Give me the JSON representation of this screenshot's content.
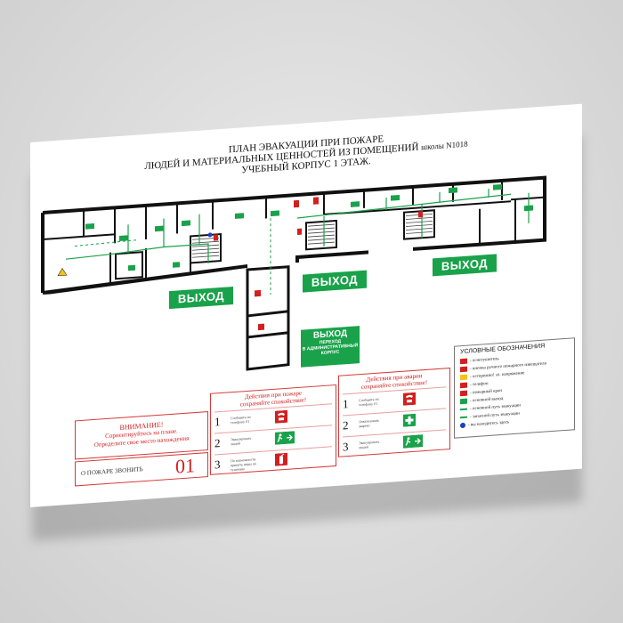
{
  "title": {
    "line1": "ПЛАН ЭВАКУАЦИИ ПРИ ПОЖАРЕ",
    "line2_main": "ЛЮДЕЙ И МАТЕРИАЛЬНЫХ ЦЕННОСТЕЙ ИЗ ПОМЕЩЕНИЙ",
    "line2_school": "школы N1018",
    "line3": "УЧЕБНЫЙ КОРПУС 1 ЭТАЖ."
  },
  "exits": {
    "left": "ВЫХОД",
    "middle": "ВЫХОД",
    "right": "ВЫХОД",
    "admin_main": "ВЫХОД",
    "admin_sub1": "ПЕРЕХОД",
    "admin_sub2": "В АДМИНИСТРАТИВНЫЙ",
    "admin_sub3": "КОРПУС"
  },
  "attention": {
    "heading": "ВНИМАНИЕ!",
    "line1": "Сориентируйтесь на плане.",
    "line2": "Определите свое место  нахождения"
  },
  "fire_call": {
    "label": "О ПОЖАРЕ ЗВОНИТЬ",
    "number": "01"
  },
  "fire_actions": {
    "title1": "Действия при пожаре",
    "title2": "сохраняйте спокойствие!",
    "steps": [
      {
        "n": "1",
        "text": "Сообщить по телефону 01"
      },
      {
        "n": "2",
        "text": "Эвакуировать людей"
      },
      {
        "n": "3",
        "text": "По возможности принять меры по тушению"
      }
    ]
  },
  "accident_actions": {
    "title1": "Действия при аварии",
    "title2": "сохраняйте спокойствие!",
    "steps": [
      {
        "n": "1",
        "text": "Сообщить по телефону 01"
      },
      {
        "n": "2",
        "text": "Локализовать аварию"
      },
      {
        "n": "3",
        "text": "Эвакуировать людей"
      }
    ]
  },
  "legend": {
    "heading": "УСЛОВНЫЕ ОБОЗНАЧЕНИЯ",
    "items": [
      {
        "text": "- огнетушитель",
        "color": "#d21f1f"
      },
      {
        "text": "- кнопка ручного пожарного извещателя",
        "color": "#d21f1f"
      },
      {
        "text": "- осторожно! эл. напряжение",
        "color": "#f0c419"
      },
      {
        "text": "- телефон",
        "color": "#d21f1f"
      },
      {
        "text": "- пожарный кран",
        "color": "#d21f1f"
      },
      {
        "text": "- основной выход",
        "color": "#19a24a"
      },
      {
        "text": "- основной путь эвакуации",
        "color": "#19a24a"
      },
      {
        "text": "- запасной путь эвакуации",
        "color": "#19a24a"
      },
      {
        "text": "- вы находитесь здесь",
        "color": "#1f3fbf"
      }
    ]
  },
  "colors": {
    "exit_green": "#19a24a",
    "alert_red": "#d21f1f",
    "wall": "#111111"
  }
}
